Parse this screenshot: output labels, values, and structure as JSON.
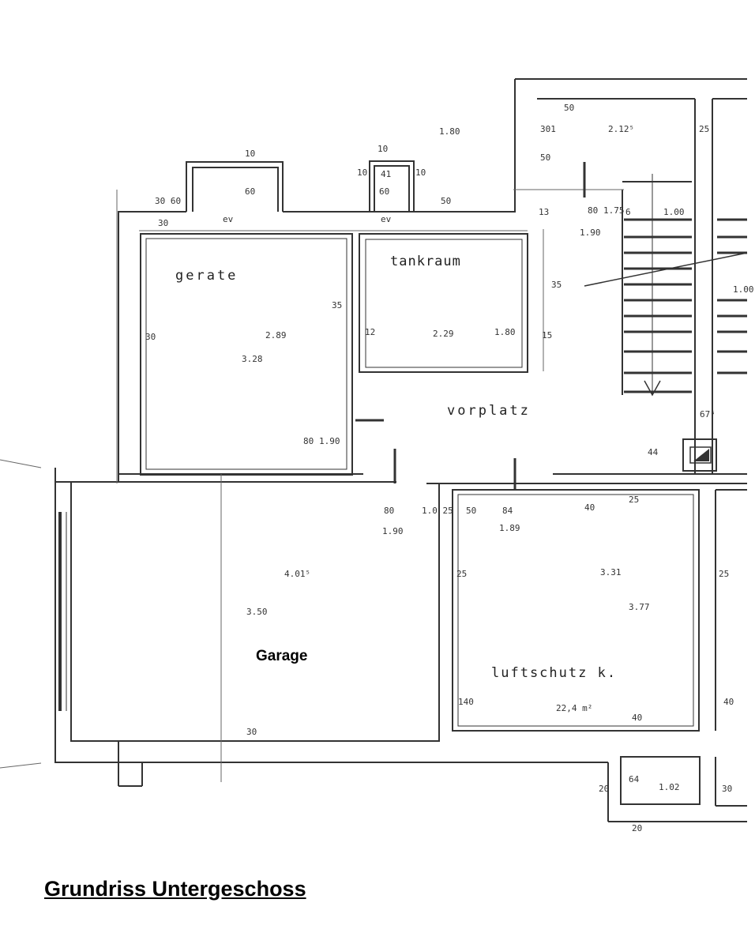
{
  "caption": "Grundriss Untergeschoss",
  "rooms": {
    "garage": "Garage",
    "gerate": "gerate",
    "tankraum": "tankraum",
    "vorplatz": "vorplatz",
    "luftschutz": "luftschutz k."
  },
  "dims": {
    "d_301": "301",
    "d_2125": "2.12⁵",
    "d_50a": "50",
    "d_25a": "25",
    "d_50b": "50",
    "d_180": "1.80",
    "d_10a": "10",
    "d_41": "41",
    "d_10b": "10",
    "d_10c": "10",
    "d_60a": "60",
    "d_60b": "60",
    "d_10d": "10",
    "d_30_60": "30 60",
    "d_30a": "30",
    "d_ev1": "ev",
    "d_ev2": "ev",
    "d_50c": "50",
    "d_13": "13",
    "d_80": "80",
    "d_175": "1.75",
    "d_6": "6",
    "d_100a": "1.00",
    "d_190a": "1.90",
    "d_100b": "1.00",
    "d_35a": "35",
    "d_35b": "35",
    "d_30b": "30",
    "d_289": "2.89",
    "d_328": "3.28",
    "d_12": "12",
    "d_229": "2.29",
    "d_180b": "1.80",
    "d_15": "15",
    "d_80b": "80",
    "d_190b": "1.90",
    "d_675": "67⁵",
    "d_44": "44",
    "d_80c": "80",
    "d_190c": "1.90",
    "d_10_25": "1.0 25",
    "d_50d": "50",
    "d_84": "84",
    "d_189": "1.89",
    "d_40a": "40",
    "d_25b": "25",
    "d_40155": "4.01⁵",
    "d_25c": "25",
    "d_331": "3.31",
    "d_25d": "25",
    "d_350": "3.50",
    "d_377": "3.77",
    "d_140": "140",
    "d_224": "22,4 m²",
    "d_40b": "40",
    "d_40c": "40",
    "d_30c": "30",
    "d_64": "64",
    "d_102": "1.02",
    "d_20a": "20",
    "d_30d": "30",
    "d_20b": "20"
  }
}
